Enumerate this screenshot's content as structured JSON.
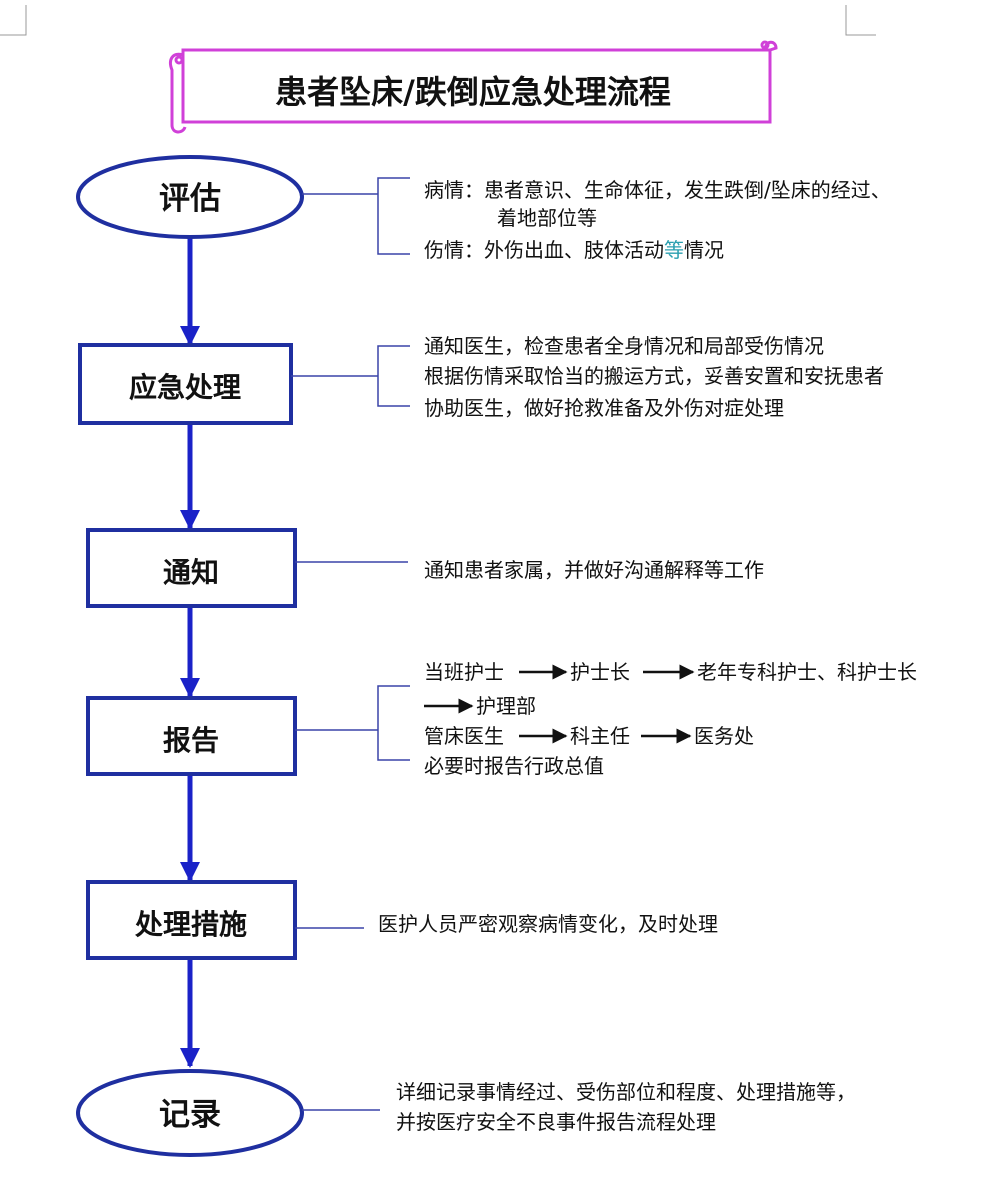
{
  "title": "患者坠床/跌倒应急处理流程",
  "steps": {
    "assess": "评估",
    "emergency": "应急处理",
    "notify": "通知",
    "report": "报告",
    "measures": "处理措施",
    "record": "记录"
  },
  "notes": {
    "assess": {
      "line1": "病情：患者意识、生命体征，发生跌倒/坠床的经过、",
      "line1b": "着地部位等",
      "line2_pre": "伤情：外伤出血、肢体活动",
      "line2_hl": "等",
      "line2_post": "情况"
    },
    "emergency": [
      "通知医生，检查患者全身情况和局部受伤情况",
      "根据伤情采取恰当的搬运方式，妥善安置和安抚患者",
      "协助医生，做好抢救准备及外伤对症处理"
    ],
    "notify": "通知患者家属，并做好沟通解释等工作",
    "report": {
      "chain1": [
        "当班护士",
        "护士长",
        "老年专科护士、科护士长"
      ],
      "chain1_cont": "护理部",
      "chain2": [
        "管床医生",
        "科主任",
        "医务处"
      ],
      "line3": "必要时报告行政总值"
    },
    "measures": "医护人员严密观察病情变化，及时处理",
    "record": [
      "详细记录事情经过、受伤部位和程度、处理措施等，",
      "并按医疗安全不良事件报告流程处理"
    ]
  },
  "colors": {
    "node_border": "#1f2fa0",
    "arrow": "#1a22c8",
    "connector": "#3a44a8",
    "title_scroll": "#d040d8",
    "highlight": "#2a9fb0"
  }
}
